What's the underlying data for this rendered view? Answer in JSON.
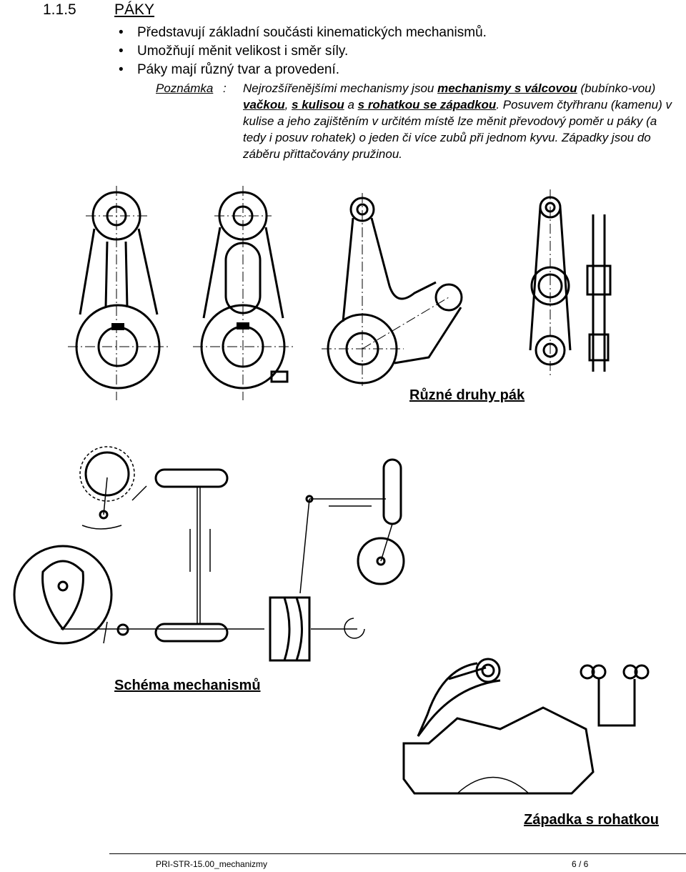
{
  "heading": {
    "number": "1.1.5",
    "title": "PÁKY"
  },
  "bullets": [
    "Představují základní součásti kinematických mechanismů.",
    "Umožňují měnit velikost i směr síly.",
    "Páky mají různý tvar a provedení."
  ],
  "note": {
    "label": "Poznámka",
    "colon": ":",
    "t1": "Nejrozšířenějšími mechanismy jsou ",
    "b1": "mechanismy s válcovou",
    "t2": " (bubínko-vou) ",
    "b2": "vačkou",
    "t3": ", ",
    "b3": "s kulisou",
    "t4": " a ",
    "b4": "s rohatkou se západkou",
    "t5": ". Posuvem čtyřhranu (kamenu) v kulise a jeho zajištěním v určitém místě lze měnit převodový poměr u páky (a tedy i posuv rohatek) o jeden či více zubů při jednom kyvu. Západky jsou do záběru přittačovány pružinou."
  },
  "captions": {
    "levers": "Různé druhy pák",
    "schema": "Schéma mechanismů",
    "ratchet": "Západka s rohatkou"
  },
  "footer": {
    "doc": "PRI-STR-15.00_mechanizmy",
    "page": "6  /  6"
  }
}
